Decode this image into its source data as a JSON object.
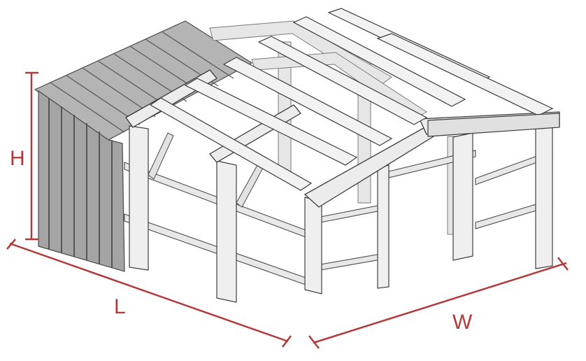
{
  "diagram": {
    "dimensions": {
      "height_label": "H",
      "length_label": "L",
      "width_label": "W"
    },
    "colors": {
      "dimension": "#b23a3a",
      "steel_fill": "#e4e4e4",
      "steel_stroke": "#4a4a4a",
      "panel_fill": "#a9a9a9",
      "panel_rib": "#555555"
    },
    "icons": [
      "metal-building-frame"
    ]
  }
}
